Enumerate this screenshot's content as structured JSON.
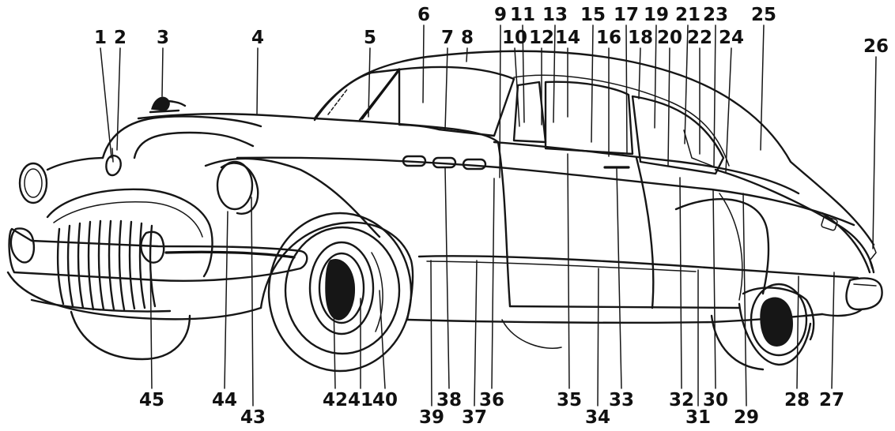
{
  "figure": {
    "subject": "car-side-view-line-drawing",
    "ink_color": "#161616",
    "background": "#ffffff"
  },
  "emblem_text": {
    "grille": "",
    "fender_script": "",
    "trunk_script": ""
  },
  "callouts": [
    {
      "label": "1",
      "row": "top"
    },
    {
      "label": "2",
      "row": "top"
    },
    {
      "label": "3",
      "row": "top"
    },
    {
      "label": "4",
      "row": "top"
    },
    {
      "label": "5",
      "row": "top"
    },
    {
      "label": "6",
      "row": "top"
    },
    {
      "label": "7",
      "row": "top"
    },
    {
      "label": "8",
      "row": "top"
    },
    {
      "label": "9",
      "row": "top"
    },
    {
      "label": "10",
      "row": "top"
    },
    {
      "label": "11",
      "row": "top"
    },
    {
      "label": "12",
      "row": "top"
    },
    {
      "label": "13",
      "row": "top"
    },
    {
      "label": "14",
      "row": "top"
    },
    {
      "label": "15",
      "row": "top"
    },
    {
      "label": "16",
      "row": "top"
    },
    {
      "label": "17",
      "row": "top"
    },
    {
      "label": "18",
      "row": "top"
    },
    {
      "label": "19",
      "row": "top"
    },
    {
      "label": "20",
      "row": "top"
    },
    {
      "label": "21",
      "row": "top"
    },
    {
      "label": "22",
      "row": "top"
    },
    {
      "label": "23",
      "row": "top"
    },
    {
      "label": "24",
      "row": "top"
    },
    {
      "label": "25",
      "row": "top"
    },
    {
      "label": "26",
      "row": "top"
    },
    {
      "label": "27",
      "row": "bottom"
    },
    {
      "label": "28",
      "row": "bottom"
    },
    {
      "label": "29",
      "row": "bottom"
    },
    {
      "label": "30",
      "row": "bottom"
    },
    {
      "label": "31",
      "row": "bottom"
    },
    {
      "label": "32",
      "row": "bottom"
    },
    {
      "label": "33",
      "row": "bottom"
    },
    {
      "label": "34",
      "row": "bottom"
    },
    {
      "label": "35",
      "row": "bottom"
    },
    {
      "label": "36",
      "row": "bottom"
    },
    {
      "label": "37",
      "row": "bottom"
    },
    {
      "label": "38",
      "row": "bottom"
    },
    {
      "label": "39",
      "row": "bottom"
    },
    {
      "label": "40",
      "row": "bottom"
    },
    {
      "label": "41",
      "row": "bottom"
    },
    {
      "label": "42",
      "row": "bottom"
    },
    {
      "label": "43",
      "row": "bottom"
    },
    {
      "label": "44",
      "row": "bottom"
    },
    {
      "label": "45",
      "row": "bottom"
    }
  ]
}
